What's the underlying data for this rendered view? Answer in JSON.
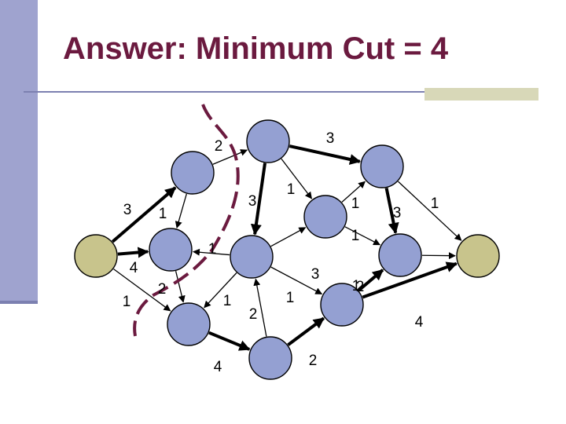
{
  "slide": {
    "title": "Answer: Minimum Cut = 4"
  },
  "colors": {
    "title": "#6b1a3f",
    "node": "#94a0d2",
    "terminal": "#c8c48c",
    "cut": "#6b1a3f",
    "edge": "#000000"
  },
  "graph": {
    "nodes": [
      {
        "id": "s",
        "kind": "source"
      },
      {
        "id": "a",
        "kind": "inner"
      },
      {
        "id": "b",
        "kind": "inner"
      },
      {
        "id": "c",
        "kind": "inner"
      },
      {
        "id": "d",
        "kind": "inner"
      },
      {
        "id": "e",
        "kind": "inner"
      },
      {
        "id": "f",
        "kind": "inner"
      },
      {
        "id": "g",
        "kind": "inner"
      },
      {
        "id": "h",
        "kind": "inner"
      },
      {
        "id": "i",
        "kind": "inner"
      },
      {
        "id": "j",
        "kind": "inner"
      },
      {
        "id": "k",
        "kind": "inner"
      },
      {
        "id": "t",
        "kind": "sink"
      }
    ],
    "edges": [
      {
        "from": "s",
        "to": "a",
        "capacity": "3",
        "bold": true
      },
      {
        "from": "s",
        "to": "b",
        "capacity": "4",
        "bold": true
      },
      {
        "from": "s",
        "to": "g",
        "capacity": "1",
        "bold": false
      },
      {
        "from": "a",
        "to": "c",
        "capacity": "2",
        "bold": false
      },
      {
        "from": "a",
        "to": "b",
        "capacity": "1",
        "bold": false
      },
      {
        "from": "c",
        "to": "d",
        "capacity": "3",
        "bold": true
      },
      {
        "from": "c",
        "to": "e",
        "capacity": "1",
        "bold": false
      },
      {
        "from": "c",
        "to": "f",
        "capacity": "3",
        "bold": true
      },
      {
        "from": "b",
        "to": "g",
        "capacity": "2",
        "bold": false
      },
      {
        "from": "d",
        "to": "i",
        "capacity": "3",
        "bold": true
      },
      {
        "from": "d",
        "to": "t",
        "capacity": "1",
        "bold": false
      },
      {
        "from": "e",
        "to": "d",
        "capacity": "1",
        "bold": false
      },
      {
        "from": "e",
        "to": "i",
        "capacity": "1",
        "bold": false
      },
      {
        "from": "f",
        "to": "b",
        "capacity": "1",
        "bold": false
      },
      {
        "from": "f",
        "to": "e",
        "capacity": "3",
        "bold": false
      },
      {
        "from": "f",
        "to": "g",
        "capacity": "1",
        "bold": false
      },
      {
        "from": "f",
        "to": "j",
        "capacity": "2",
        "bold": false
      },
      {
        "from": "g",
        "to": "h",
        "capacity": "4",
        "bold": true
      },
      {
        "from": "h",
        "to": "f",
        "capacity": "1",
        "bold": false
      },
      {
        "from": "h",
        "to": "k",
        "capacity": "2",
        "bold": true
      },
      {
        "from": "i",
        "to": "t",
        "capacity": "1",
        "bold": false
      },
      {
        "from": "k",
        "to": "i",
        "capacity": "2",
        "bold": true
      },
      {
        "from": "k",
        "to": "t",
        "capacity": "4",
        "bold": true
      }
    ]
  }
}
